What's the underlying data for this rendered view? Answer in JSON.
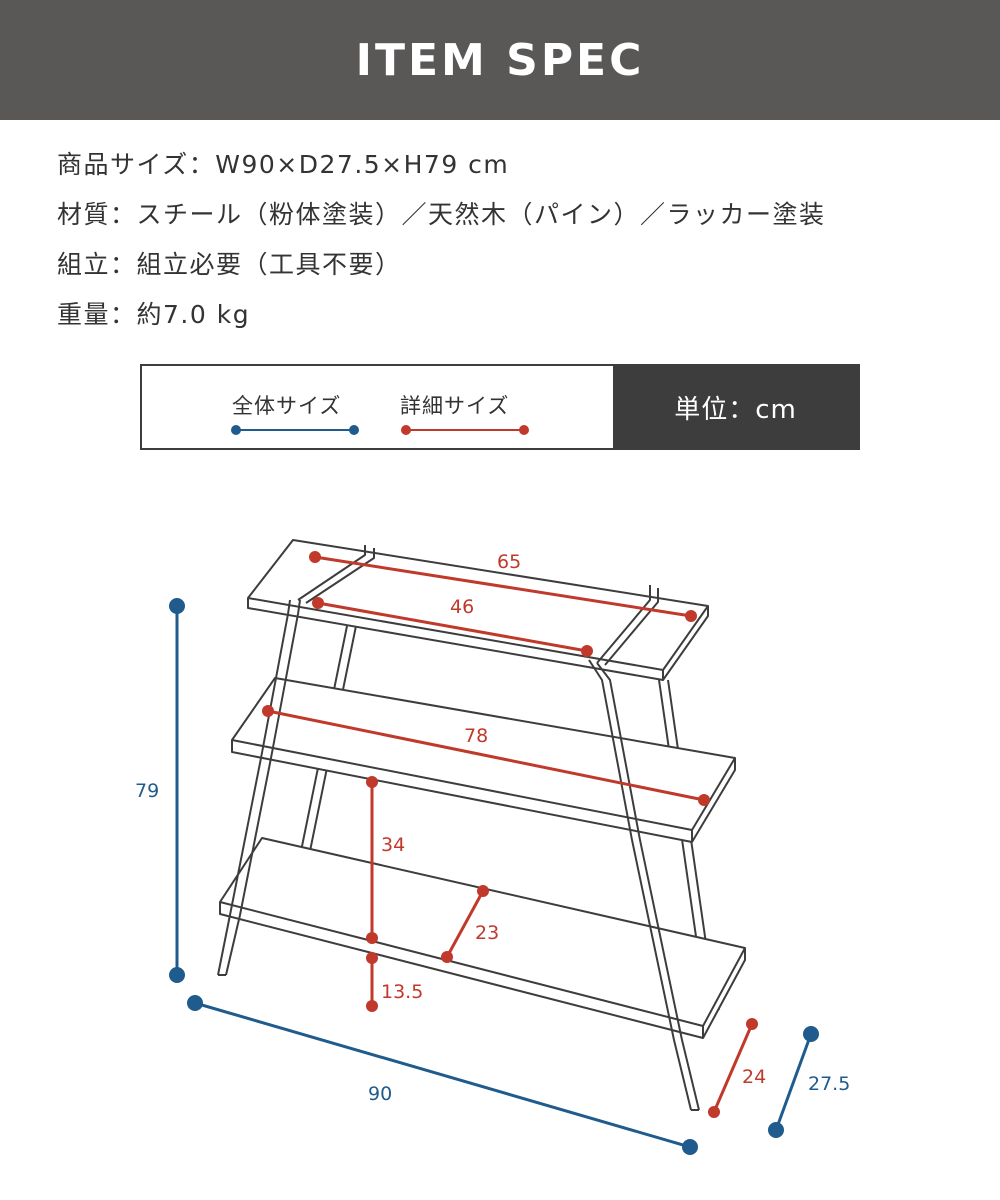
{
  "header": {
    "title": "ITEM SPEC"
  },
  "specs": [
    {
      "label": "商品サイズ",
      "sep": "：",
      "value": "W90×D27.5×H79 cm"
    },
    {
      "label": "材質",
      "sep": "：",
      "value": "スチール（粉体塗装）／天然木（パイン）／ラッカー塗装"
    },
    {
      "label": "組立",
      "sep": "：",
      "value": "組立必要（工具不要）"
    },
    {
      "label": "重量",
      "sep": "：",
      "value": "約7.0 kg"
    }
  ],
  "legend": {
    "overall_label": "全体サイズ",
    "detail_label": "詳細サイズ",
    "unit_label": "単位：cm"
  },
  "colors": {
    "header_bg": "#595857",
    "overall": "#1f5b8c",
    "detail": "#c0392b",
    "frame": "#3d3d3d"
  },
  "dimensions": {
    "overall": {
      "height": "79",
      "width": "90",
      "depth": "27.5"
    },
    "detail": {
      "top_shelf_width": "65",
      "top_inner_width": "46",
      "middle_shelf_width": "78",
      "shelf_gap": "34",
      "shelf_depth": "23",
      "bottom_clearance": "13.5",
      "leg_depth": "24"
    }
  }
}
